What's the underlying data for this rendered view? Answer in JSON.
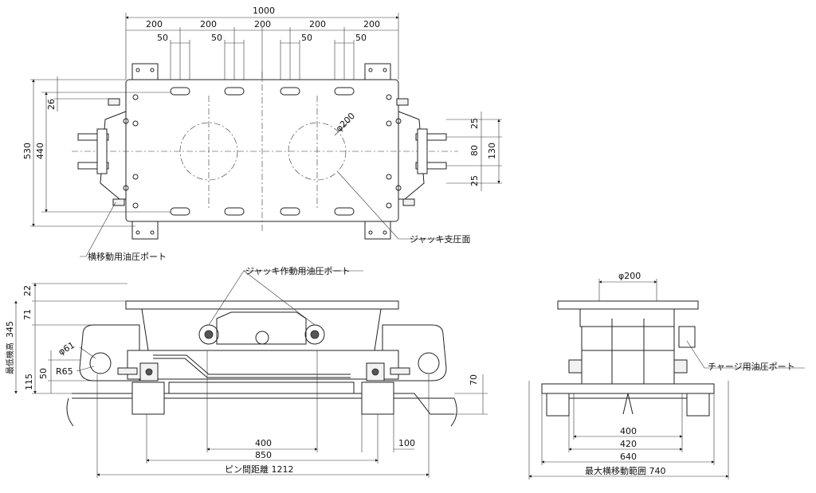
{
  "top_view": {
    "dim_overall_width": "1000",
    "dim_pitch": [
      "200",
      "200",
      "200",
      "200",
      "200"
    ],
    "dim_slot": [
      "50",
      "50",
      "50",
      "50"
    ],
    "dim_height_outer": "530",
    "dim_height_inner": "440",
    "dim_26": "26",
    "dim_25_top": "25",
    "dim_80": "80",
    "dim_130": "130",
    "dim_25_bottom": "25",
    "dim_diameter": "φ200",
    "label_jack_surface": "ジャッキ支圧面",
    "label_traverse_port": "横移動用油圧ポート"
  },
  "front_view": {
    "label_jack_port": "ジャッキ作動用油圧ポート",
    "dim_22": "22",
    "dim_71": "71",
    "dim_min_height_label": "最低機高",
    "dim_345": "345",
    "dim_phi61": "φ61",
    "dim_50": "50",
    "dim_R65": "R65",
    "dim_115": "115",
    "dim_70": "70",
    "dim_400": "400",
    "dim_100": "100",
    "dim_850": "850",
    "dim_pin_distance": "ピン間距離  1212"
  },
  "side_view": {
    "dim_phi200": "φ200",
    "label_charge_port": "チャージ用油圧ポート",
    "dim_400": "400",
    "dim_420": "420",
    "dim_640": "640",
    "dim_max_traverse": "最大横移動範囲  740"
  }
}
